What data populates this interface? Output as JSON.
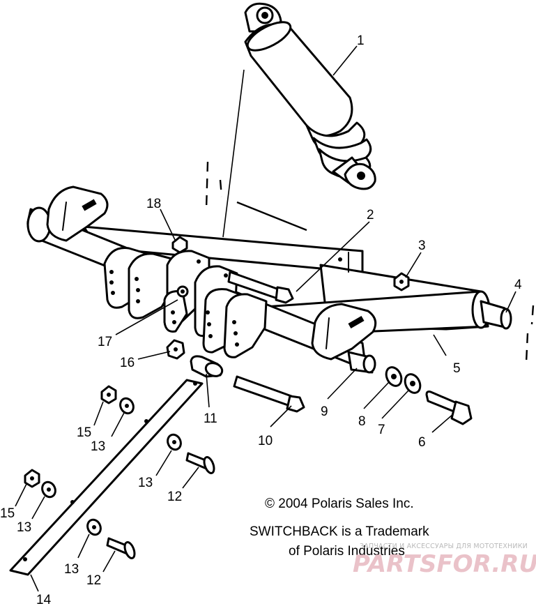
{
  "copyright": "© 2004 Polaris Sales Inc.",
  "trademark_line1": "SWITCHBACK is a Trademark",
  "trademark_line2": "of Polaris Industries",
  "watermark_small": "ЗАПЧАСТИ И АКСЕССУАРЫ ДЛЯ МОТОТЕХНИКИ",
  "watermark_logo": "PARTSFOR.RU",
  "callouts": [
    "1",
    "2",
    "3",
    "4",
    "5",
    "6",
    "7",
    "8",
    "9",
    "10",
    "11",
    "12",
    "12",
    "13",
    "13",
    "13",
    "13",
    "14",
    "15",
    "15",
    "16",
    "17",
    "18"
  ]
}
